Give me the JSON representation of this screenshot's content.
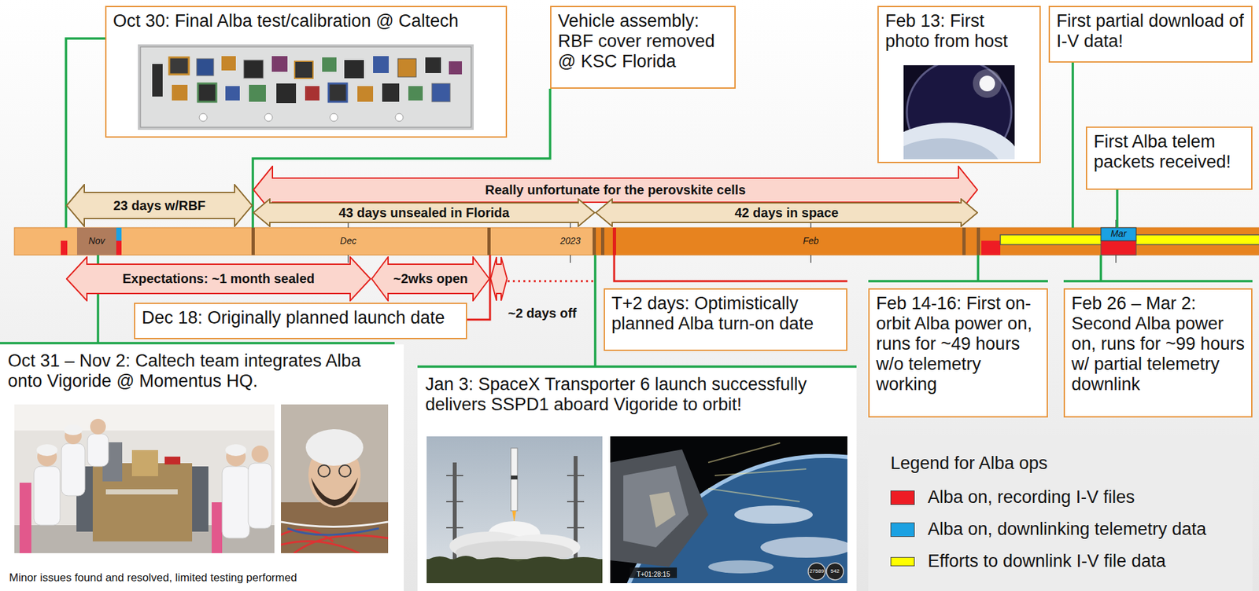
{
  "diagram": {
    "nodes": [
      {
        "text": [
          "Oct 30: Final Alba test/calibration @ Caltech"
        ]
      },
      {
        "text": [
          "Vehicle assembly: RBF cover removed @ KSC Florida"
        ]
      },
      {
        "text": [
          "Feb 13: First photo from host"
        ]
      },
      {
        "text": [
          "First partial download of I-V data!"
        ]
      },
      {
        "text": [
          "First Alba telem packets received!"
        ]
      },
      {
        "text": [
          "Really unfortunate for the perovskite cells"
        ]
      },
      {
        "text": [
          "23 days w/RBF"
        ]
      },
      {
        "text": [
          "43 days unsealed in Florida"
        ]
      },
      {
        "text": [
          "42 days in space"
        ]
      },
      {
        "text": [
          "Expectations: ~1 month sealed"
        ]
      },
      {
        "text": [
          "~2wks open"
        ]
      },
      {
        "text": [
          "Dec 18: Originally planned launch date"
        ]
      },
      {
        "text": [
          "T+2 days: Optimistically planned Alba turn-on date"
        ]
      },
      {
        "text": [
          "Oct 31 – Nov 2: Caltech team integrates Alba onto Vigoride @ Momentus HQ.",
          "Minor issues found and resolved, limited testing performed"
        ]
      },
      {
        "text": [
          "Jan 3: SpaceX Transporter 6 launch successfully delivers SSPD1 aboard Vigoride to orbit!"
        ]
      },
      {
        "text": [
          "Feb 14-16: First on-orbit Alba power on, runs for ~49 hours w/o telemetry working"
        ]
      },
      {
        "text": [
          "Feb 26 – Mar 2: Second Alba power on, runs for ~99 hours w/ partial telemetry downlink"
        ]
      },
      {
        "text": [
          "Legend for Alba ops"
        ]
      }
    ],
    "labels": [
      "Nov",
      "Dec",
      "2023",
      "Feb",
      "Mar",
      "~2 days off",
      "T+01:28:15",
      "27589",
      "542"
    ],
    "legend": [
      {
        "text": "Alba on, recording I-V files",
        "color": "#ee1c24"
      },
      {
        "text": "Alba on, downlinking telemetry data",
        "color": "#1ba1e2"
      },
      {
        "text": "Efforts to downlink I-V file data",
        "color": "#ffff00"
      }
    ]
  }
}
